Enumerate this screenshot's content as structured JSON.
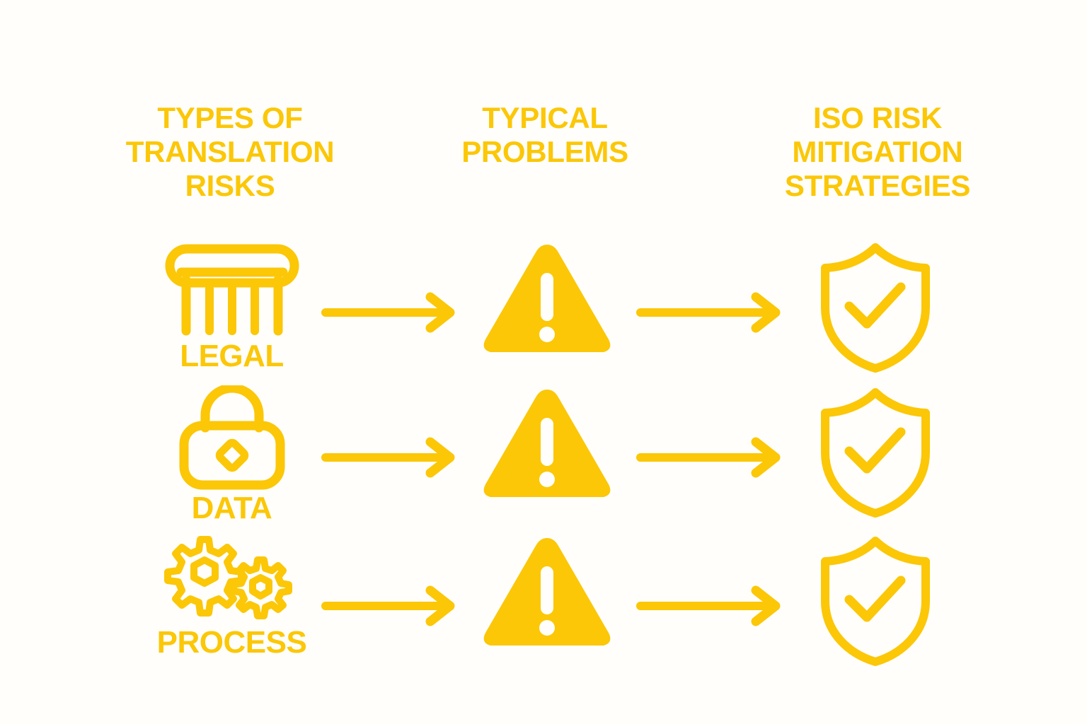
{
  "palette": {
    "accent": "#FBC707",
    "background": "#FFFEFA",
    "icon_inner": "#FFFFFF"
  },
  "columns": [
    {
      "id": "types-of-translation-risks",
      "heading": "TYPES OF\nTRANSLATION\nRISKS"
    },
    {
      "id": "typical-problems",
      "heading": "TYPICAL\nPROBLEMS"
    },
    {
      "id": "iso-risk-mitigation-strategies",
      "heading": "ISO RISK\nMITIGATION\nSTRATEGIES"
    }
  ],
  "rows": [
    {
      "id": "legal",
      "risk": {
        "label": "LEGAL",
        "icon": "pillar-icon"
      },
      "arrow_left": {
        "icon": "arrow-right-icon"
      },
      "problem": {
        "icon": "warning-triangle-icon"
      },
      "arrow_right": {
        "icon": "arrow-right-icon"
      },
      "strategy": {
        "icon": "shield-check-icon"
      }
    },
    {
      "id": "data",
      "risk": {
        "label": "DATA",
        "icon": "padlock-icon"
      },
      "arrow_left": {
        "icon": "arrow-right-icon"
      },
      "problem": {
        "icon": "warning-triangle-icon"
      },
      "arrow_right": {
        "icon": "arrow-right-icon"
      },
      "strategy": {
        "icon": "shield-check-icon"
      }
    },
    {
      "id": "process",
      "risk": {
        "label": "PROCESS",
        "icon": "gears-icon"
      },
      "arrow_left": {
        "icon": "arrow-right-icon"
      },
      "problem": {
        "icon": "warning-triangle-icon"
      },
      "arrow_right": {
        "icon": "arrow-right-icon"
      },
      "strategy": {
        "icon": "shield-check-icon"
      }
    }
  ]
}
